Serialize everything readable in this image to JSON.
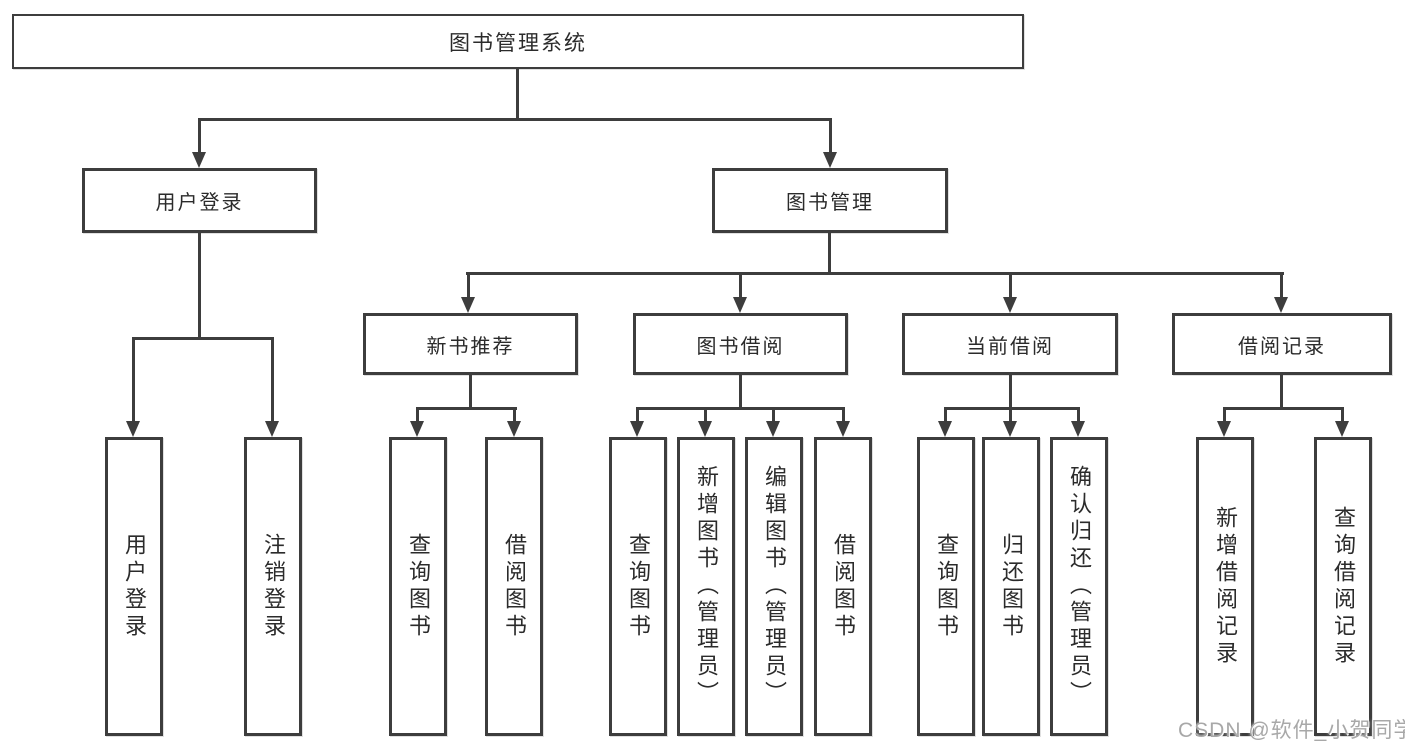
{
  "diagram": {
    "type": "tree",
    "root": {
      "label": "图书管理系统"
    },
    "level2": [
      {
        "label": "用户登录",
        "children": [
          {
            "label": "用户登录"
          },
          {
            "label": "注销登录"
          }
        ]
      },
      {
        "label": "图书管理",
        "children": [
          {
            "label": "新书推荐",
            "children": [
              {
                "label": "查询图书"
              },
              {
                "label": "借阅图书"
              }
            ]
          },
          {
            "label": "图书借阅",
            "children": [
              {
                "label": "查询图书"
              },
              {
                "label": "新增图书（管理员）"
              },
              {
                "label": "编辑图书（管理员）"
              },
              {
                "label": "借阅图书"
              }
            ]
          },
          {
            "label": "当前借阅",
            "children": [
              {
                "label": "查询图书"
              },
              {
                "label": "归还图书"
              },
              {
                "label": "确认归还（管理员）"
              }
            ]
          },
          {
            "label": "借阅记录",
            "children": [
              {
                "label": "新增借阅记录"
              },
              {
                "label": "查询借阅记录"
              }
            ]
          }
        ]
      }
    ],
    "watermark": {
      "text": "CSDN @软件_小贺同学"
    },
    "colors": {
      "line": "#3d3d3d",
      "box_border": "#3d3d3d",
      "box_fill": "#ffffff",
      "text": "#2b2b2b",
      "watermark": "#a8a8a8",
      "background": "#ffffff"
    }
  }
}
